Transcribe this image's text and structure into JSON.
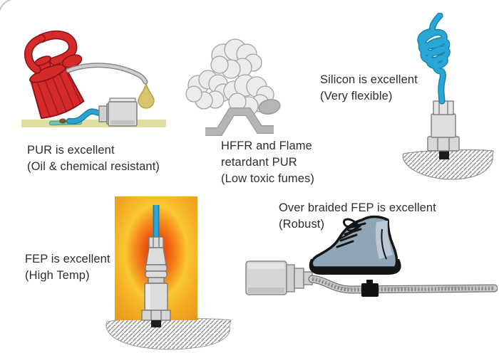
{
  "page": {
    "type": "illustrated-diagram",
    "topic": "Cable jacket material properties"
  },
  "colors": {
    "background": "#ffffff",
    "text": "#2e2e2e",
    "oil_can_red": "#d42a2a",
    "oil_can_outline": "#8e1318",
    "cable_blue": "#29a6d6",
    "oil_drop_yellow": "#d9c470",
    "surface_tan": "#dfdca4",
    "connector_grey": "#d9d9d9",
    "smoke_grey": "#ececec",
    "person_grey": "#b5b5b5",
    "heat_center_red": "#e63508",
    "heat_yellow": "#f9c832",
    "heat_edge_orange": "#e9981f",
    "boot_blue_grey": "#8fa6b7",
    "boot_highlight": "#b9c8d3",
    "braid_grey": "#cccccc",
    "hatch_grey": "#909090"
  },
  "sections": [
    {
      "name": "pur",
      "icon": "oil-can-dripping-on-cable-connector",
      "lines": [
        "PUR is excellent",
        "(Oil & chemical resistant)"
      ]
    },
    {
      "name": "hffr",
      "icon": "smoke-clouds-over-crawling-person",
      "lines": [
        "HFFR and Flame",
        "retardant PUR",
        "(Low toxic fumes)"
      ]
    },
    {
      "name": "silicon",
      "icon": "coiled-cable-on-mounted-sensor",
      "lines": [
        "Silicon is excellent",
        "(Very flexible)"
      ]
    },
    {
      "name": "fep",
      "icon": "sensor-connector-in-heat-glow",
      "lines": [
        "FEP is excellent",
        "(High Temp)"
      ]
    },
    {
      "name": "overbraided_fep",
      "icon": "boot-stepping-on-braided-cable",
      "lines": [
        "Over braided FEP is excellent",
        "(Robust)"
      ]
    }
  ]
}
